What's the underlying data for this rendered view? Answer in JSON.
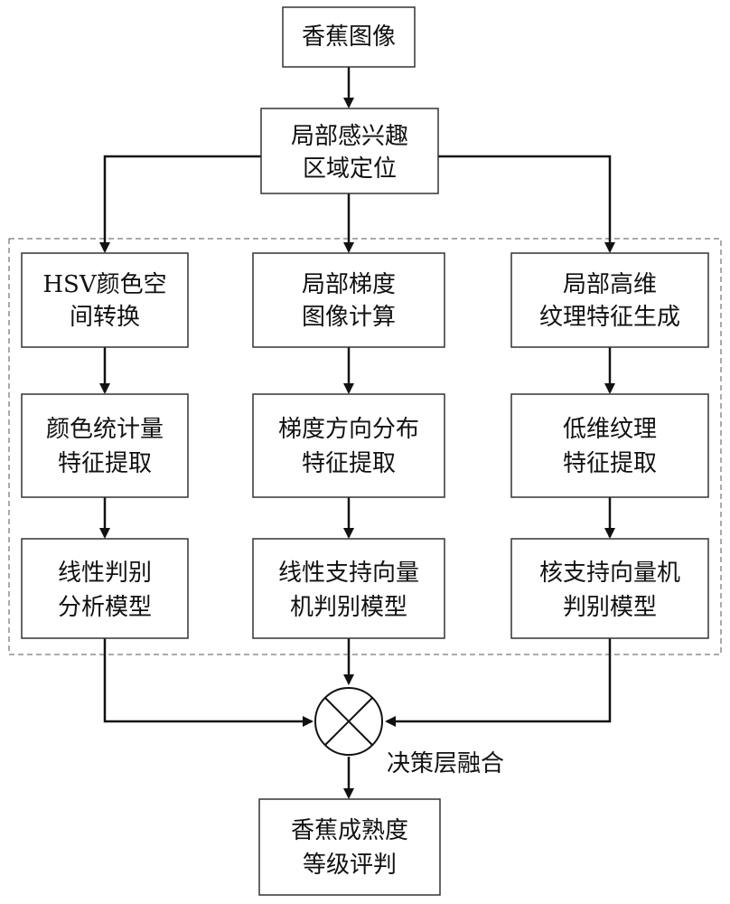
{
  "nodes": {
    "input_image": {
      "lines": [
        "香蕉图像"
      ]
    },
    "roi_location": {
      "lines": [
        "局部感兴趣",
        "区域定位"
      ]
    },
    "hsv_conversion": {
      "lines": [
        "HSV颜色空",
        "间转换"
      ]
    },
    "gradient_image": {
      "lines": [
        "局部梯度",
        "图像计算"
      ]
    },
    "high_dim_texture": {
      "lines": [
        "局部高维",
        "纹理特征生成"
      ]
    },
    "color_stats": {
      "lines": [
        "颜色统计量",
        "特征提取"
      ]
    },
    "gradient_dir": {
      "lines": [
        "梯度方向分布",
        "特征提取"
      ]
    },
    "low_dim_texture": {
      "lines": [
        "低维纹理",
        "特征提取"
      ]
    },
    "lda_model": {
      "lines": [
        "线性判别",
        "分析模型"
      ]
    },
    "linear_svm": {
      "lines": [
        "线性支持向量",
        "机判别模型"
      ]
    },
    "kernel_svm": {
      "lines": [
        "核支持向量机",
        "判别模型"
      ]
    },
    "ripeness_grade": {
      "lines": [
        "香蕉成熟度",
        "等级评判"
      ]
    }
  },
  "fusion_label": "决策层融合",
  "icons": {
    "fusion": "circle-x-fusion-icon"
  },
  "colors": {
    "stroke": "#111111",
    "box_border": "#333333",
    "dashed_border": "#555555"
  }
}
